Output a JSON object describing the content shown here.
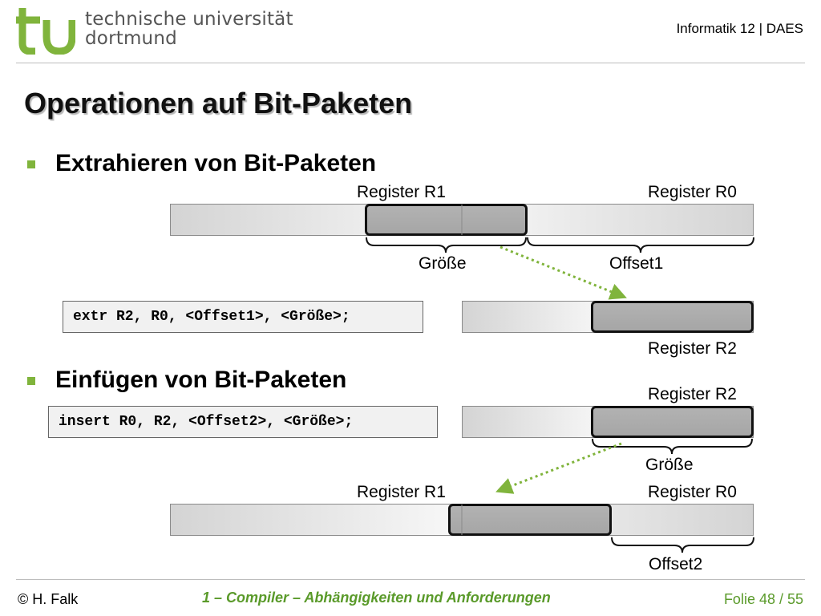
{
  "header": {
    "logo_line1": "technische universität",
    "logo_line2": "dortmund",
    "course": "Informatik 12 | DAES",
    "brand_color": "#80b43c"
  },
  "slide": {
    "title": "Operationen auf Bit-Paketen",
    "extract": {
      "bullet": "Extrahieren von Bit-Paketen",
      "label_r1": "Register R1",
      "label_r0": "Register R0",
      "brace_size": "Größe",
      "brace_offset": "Offset1",
      "code": "extr R2, R0, <Offset1>, <Größe>;",
      "label_r2": "Register R2"
    },
    "insert": {
      "bullet": "Einfügen von Bit-Paketen",
      "label_r2": "Register R2",
      "code": "insert R0, R2, <Offset2>, <Größe>;",
      "brace_size": "Größe",
      "label_r1": "Register R1",
      "label_r0": "Register R0",
      "brace_offset": "Offset2"
    }
  },
  "footer": {
    "author": "© H. Falk",
    "chapter": "1 – Compiler – Abhängigkeiten und Anforderungen",
    "page": "Folie 48 / 55",
    "accent_color": "#5a9a2a"
  }
}
